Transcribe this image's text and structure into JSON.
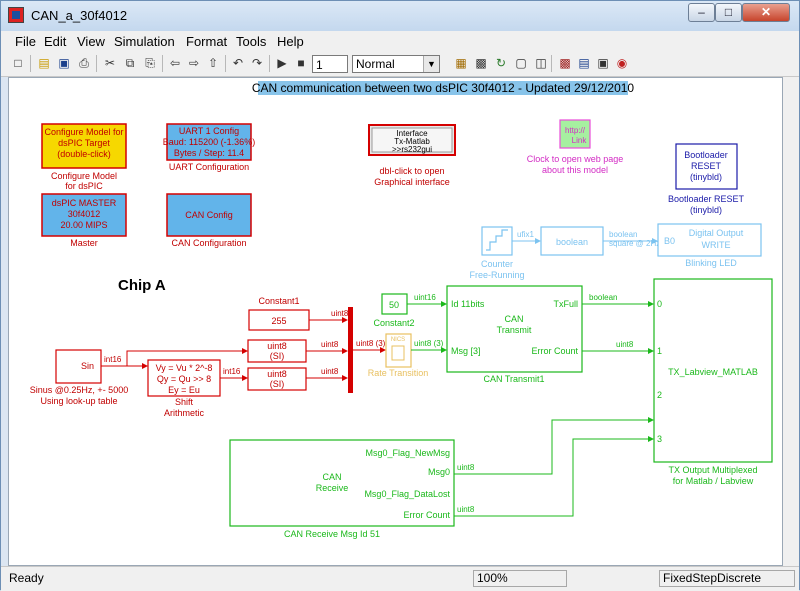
{
  "window": {
    "title": "CAN_a_30f4012"
  },
  "menu": [
    "File",
    "Edit",
    "View",
    "Simulation",
    "Format",
    "Tools",
    "Help"
  ],
  "toolbar": {
    "stop_time": "1",
    "sim_mode": "Normal"
  },
  "model": {
    "banner": "CAN communication between two dsPIC 30f4012 - Updated 29/12/2010",
    "chip_label": "Chip A",
    "configure": {
      "l1": "Configure Model for",
      "l2": "dsPIC Target",
      "l3": "(double-click)",
      "cap1": "Configure Model",
      "cap2": "for dsPIC"
    },
    "uart": {
      "l1": "UART 1 Config",
      "l2": "Baud: 115200 (-1.36%)",
      "l3": "Bytes / Step: 11.4",
      "cap": "UART Configuration"
    },
    "interface": {
      "l1": "Interface",
      "l2": "Tx-Matlab",
      "l3": ">>rs232gui",
      "cap1": "dbl-click to open",
      "cap2": "Graphical interface"
    },
    "link": {
      "label": "http://",
      "label2": "Link",
      "cap1": "Clock to open web page",
      "cap2": "about this model"
    },
    "bootloader": {
      "l1": "Bootloader",
      "l2": "RESET",
      "l3": "(tinybld)",
      "cap1": "Bootloader RESET",
      "cap2": "(tinybld)"
    },
    "master": {
      "l1": "dsPIC MASTER",
      "l2": "30f4012",
      "l3": "20.00 MIPS",
      "cap": "Master"
    },
    "canconfig": {
      "l1": "CAN Config",
      "cap": "CAN Configuration"
    },
    "counter": {
      "sig": "ufix1",
      "cap1": "Counter",
      "cap2": "Free-Running"
    },
    "boolean_block": {
      "label": "boolean",
      "sig": "boolean",
      "sig2": "square @ 2Hz"
    },
    "digital_out": {
      "port": "B0",
      "l1": "Digital Output",
      "l2": "WRITE",
      "cap": "Blinking LED"
    },
    "sin": {
      "label": "Sin",
      "sig": "int16",
      "cap1": "Sinus @0.25Hz, +- 5000",
      "cap2": "Using look-up table"
    },
    "shift": {
      "l1": "Vy = Vu * 2^-8",
      "l2": "Qy = Qu >> 8",
      "l3": "Ey = Eu",
      "sig": "int16",
      "cap1": "Shift",
      "cap2": "Arithmetic"
    },
    "constant1": {
      "value": "255",
      "cap": "Constant1",
      "sig": "uint8"
    },
    "conv1": {
      "l1": "uint8",
      "l2": "(SI)",
      "sig": "uint8"
    },
    "conv2": {
      "l1": "uint8",
      "l2": "(SI)",
      "sig": "uint8"
    },
    "mux_sig": "uint8 (3)",
    "rate": {
      "label": "NICS",
      "cap": "Rate Transition",
      "sig": "uint8 (3)"
    },
    "constant2": {
      "value": "50",
      "sig": "uint16",
      "cap": "Constant2"
    },
    "can_tx": {
      "in1": "Id 11bits",
      "in2": "Msg [3]",
      "out1": "TxFull",
      "out2": "Error Count",
      "l1": "CAN",
      "l2": "Transmit",
      "cap": "CAN Transmit1",
      "sig1": "boolean",
      "sig2": "uint8"
    },
    "can_rx": {
      "o1": "Msg0_Flag_NewMsg",
      "o2": "Msg0",
      "o3": "Msg0_Flag_DataLost",
      "o4": "Error Count",
      "l1": "CAN",
      "l2": "Receive",
      "cap": "CAN Receive Msg Id 51",
      "sig1": "uint8",
      "sig2": "uint8"
    },
    "tx_out": {
      "p0": "0",
      "p1": "1",
      "p2": "2",
      "p3": "3",
      "name": "TX_Labview_MATLAB",
      "cap1": "TX Output Multiplexed",
      "cap2": "for Matlab / Labview"
    }
  },
  "status": {
    "ready": "Ready",
    "zoom": "100%",
    "solver": "FixedStepDiscrete"
  }
}
